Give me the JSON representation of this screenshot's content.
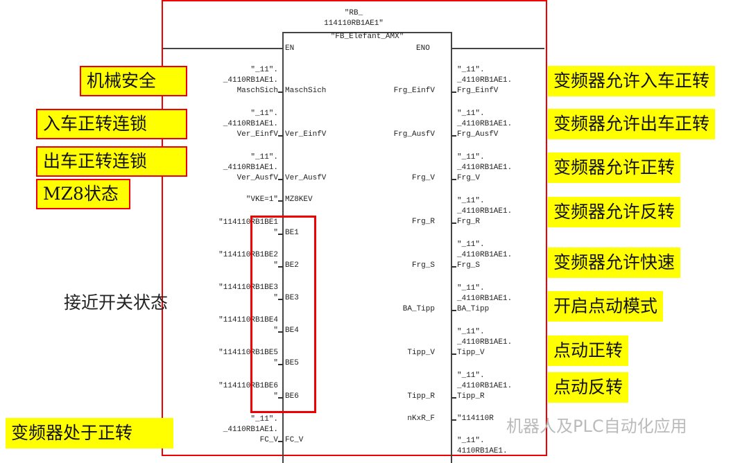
{
  "block": {
    "instance": "\"RB_\n114110RB1AE1\"",
    "type": "\"FB_Elefant_AMX\"",
    "en": "EN",
    "eno": "ENO"
  },
  "inputs": [
    {
      "param": "\"_11\".\n_4110RB1AE1.\nMaschSich",
      "pin": "MaschSich"
    },
    {
      "param": "\"_11\".\n_4110RB1AE1.\nVer_EinfV",
      "pin": "Ver_EinfV"
    },
    {
      "param": "\"_11\".\n_4110RB1AE1.\nVer_AusfV",
      "pin": "Ver_AusfV"
    },
    {
      "param": "\"VKE=1\"",
      "pin": "MZ8KEV"
    },
    {
      "param": "\"114110RB1BE1\n\"",
      "pin": "BE1"
    },
    {
      "param": "\"114110RB1BE2\n\"",
      "pin": "BE2"
    },
    {
      "param": "\"114110RB1BE3\n\"",
      "pin": "BE3"
    },
    {
      "param": "\"114110RB1BE4\n\"",
      "pin": "BE4"
    },
    {
      "param": "\"114110RB1BE5\n\"",
      "pin": "BE5"
    },
    {
      "param": "\"114110RB1BE6\n\"",
      "pin": "BE6"
    },
    {
      "param": "\"_11\".\n_4110RB1AE1.\nFC_V",
      "pin": "FC_V"
    }
  ],
  "outputs": [
    {
      "pin": "Frg_EinfV",
      "param": "\"_11\".\n_4110RB1AE1.\nFrg_EinfV"
    },
    {
      "pin": "Frg_AusfV",
      "param": "\"_11\".\n_4110RB1AE1.\nFrg_AusfV"
    },
    {
      "pin": "Frg_V",
      "param": "\"_11\".\n_4110RB1AE1.\nFrg_V"
    },
    {
      "pin": "Frg_R",
      "param": "\"_11\".\n_4110RB1AE1.\nFrg_R"
    },
    {
      "pin": "Frg_S",
      "param": "\"_11\".\n_4110RB1AE1.\nFrg_S"
    },
    {
      "pin": "BA_Tipp",
      "param": "\"_11\".\n_4110RB1AE1.\nBA_Tipp"
    },
    {
      "pin": "Tipp_V",
      "param": "\"_11\".\n_4110RB1AE1.\nTipp_V"
    },
    {
      "pin": "Tipp_R",
      "param": "\"_11\".\n_4110RB1AE1.\nTipp_R"
    },
    {
      "pin": "nKxR_F",
      "param": "\"114110R"
    },
    {
      "pin": "",
      "param": "\"_11\".\n4110RB1AE1."
    }
  ],
  "left_labels": [
    "机械安全",
    "入车正转连锁",
    "出车正转连锁",
    "MZ8状态",
    "接近开关状态",
    "变频器处于正转"
  ],
  "right_labels": [
    "变频器允许入车正转",
    "变频器允许出车正转",
    "变频器允许正转",
    "变频器允许反转",
    "变频器允许快速",
    "开启点动模式",
    "点动正转",
    "点动反转"
  ],
  "watermark": "机器人及PLC自动化应用",
  "colors": {
    "highlight": "#ffff00",
    "annotation_border": "#ee0000",
    "wire": "#444444"
  }
}
